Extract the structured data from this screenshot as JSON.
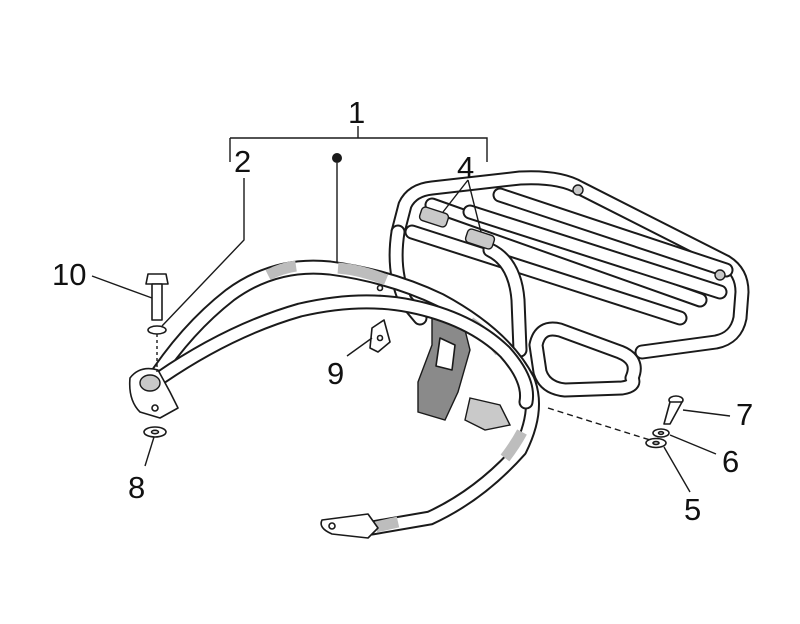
{
  "callouts": {
    "c1": "1",
    "c2": "2",
    "c4": "4",
    "c5": "5",
    "c6": "6",
    "c7": "7",
    "c8": "8",
    "c9": "9",
    "c10": "10"
  },
  "colors": {
    "ink": "#1a1a1a",
    "shade": "#bdbdbd",
    "background": "#ffffff"
  }
}
